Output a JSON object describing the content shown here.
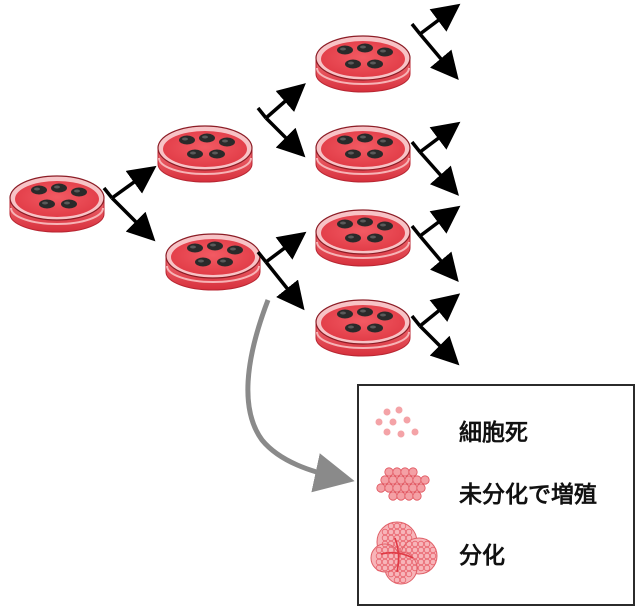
{
  "legend": {
    "items": [
      {
        "key": "cell_death",
        "label": "細胞死"
      },
      {
        "key": "undifferentiated_proliferation",
        "label": "未分化で増殖"
      },
      {
        "key": "differentiation",
        "label": "分化"
      }
    ]
  },
  "colors": {
    "dish_red": "#e8404b",
    "dish_light": "#f7b3b6",
    "colony_dark": "#2a2a2a",
    "arrow": "#000000",
    "connector_gray": "#8a8a8a",
    "legend_pink": "#f08a8f"
  }
}
